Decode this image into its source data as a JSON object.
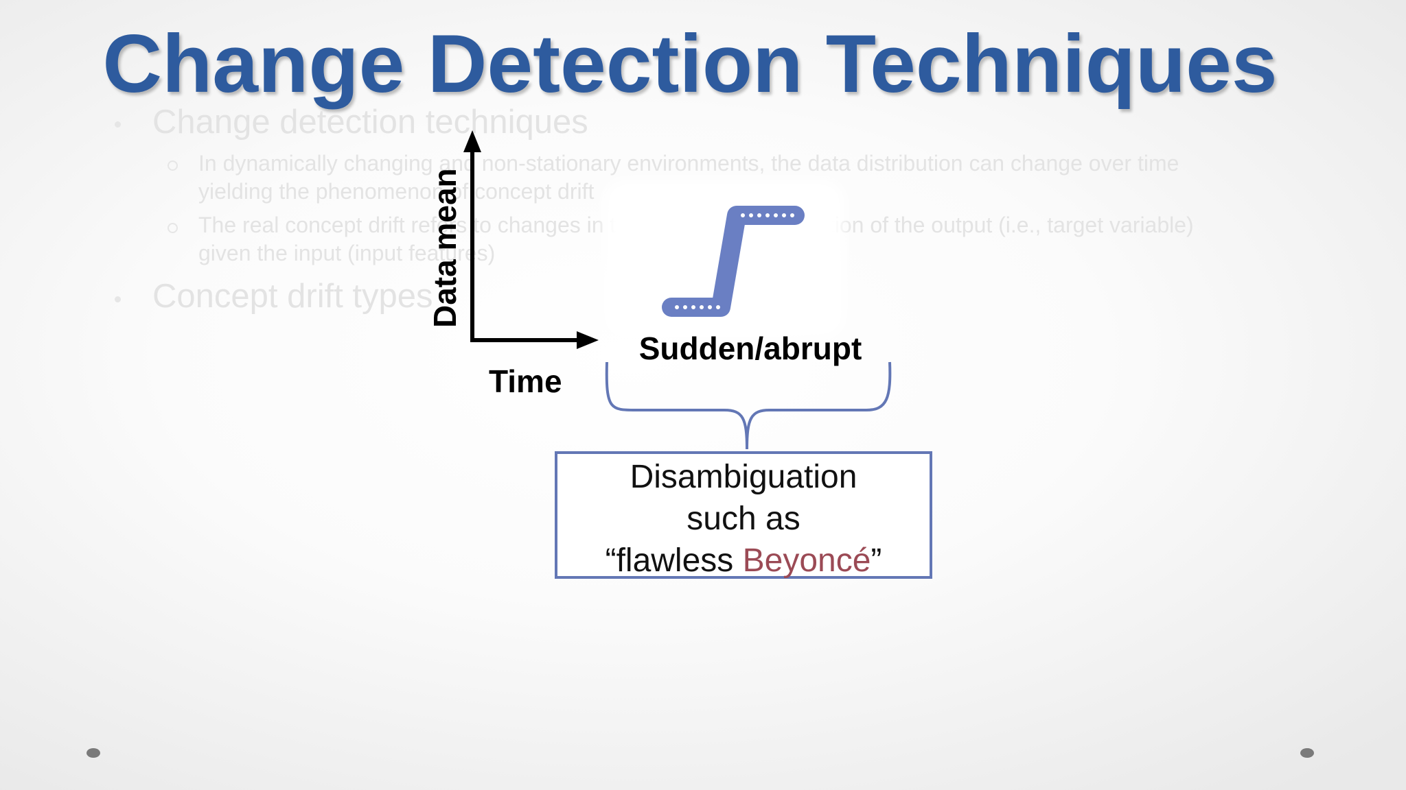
{
  "slide": {
    "title": "Change Detection Techniques",
    "bullets": [
      {
        "text": "Change detection techniques",
        "sub": [
          {
            "line1": "In dynamically changing and non-stationary environments, the data distribution can change over time",
            "line2": "yielding the phenomenon of concept drift"
          },
          {
            "line1": "The real concept drift refers to changes in the conditional distribution of the output (i.e., target variable)",
            "line2": "given the input (input features)"
          }
        ]
      },
      {
        "text": "Concept drift types"
      }
    ]
  },
  "diagram": {
    "y_axis_label": "Data mean",
    "x_axis_label": "Time",
    "drift_label": "Sudden/abrupt",
    "box": {
      "line1": "Disambiguation",
      "line2": "such as",
      "line3_prefix": "“flawless ",
      "line3_accent": "Beyoncé",
      "line3_suffix": "”"
    }
  },
  "colors": {
    "title": "#2e5b9e",
    "drift_line": "#6a7fc3",
    "box_border": "#6377b5",
    "accent_text": "#9b4a55"
  },
  "icons": [
    "arrow-up-icon",
    "arrow-right-icon",
    "curly-brace-icon",
    "slide-nav-dot-icon"
  ]
}
